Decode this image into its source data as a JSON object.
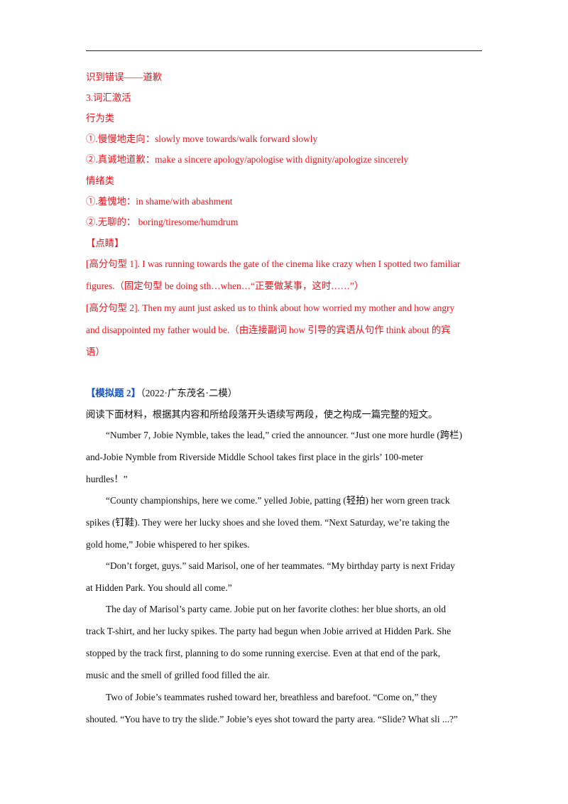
{
  "section1": {
    "l1": "识到错误——道歉",
    "l2": "3.词汇激活",
    "l3": "行为类",
    "l4": "①.慢慢地走向：slowly move towards/walk forward slowly",
    "l5": "②.真诚地道歉：make a sincere apology/apologise with dignity/apologize sincerely",
    "l6": "情绪类",
    "l7": "①.羞愧地：in shame/with abashment",
    "l8": "②.无聊的：  boring/tiresome/humdrum",
    "l9": "【点睛】",
    "l10": "[高分句型 1]. I was running towards the gate of the cinema like crazy when I spotted two familiar",
    "l11": "figures.（固定句型 be doing sth…when…“正要做某事，这时……”）",
    "l12": "[高分句型 2]. Then my aunt just asked us to think about how worried my mother and how angry",
    "l13": "and disappointed my father would be.（由连接副词 how 引导的宾语从句作 think about 的宾",
    "l14": "语）"
  },
  "section2": {
    "title": "【模拟题 2】",
    "source": "（2022·广东茂名·二模）",
    "instruction": "阅读下面材料，根据其内容和所给段落开头语续写两段，使之构成一篇完整的短文。",
    "p1": "“Number 7, Jobie Nymble, takes the lead,” cried the announcer. “Just one more hurdle (跨栏)",
    "p2": "and-Jobie Nymble from Riverside Middle School takes first place in the girls’ 100-meter",
    "p3": "hurdles！”",
    "p4": "“County championships, here we come.” yelled Jobie, patting (轻拍) her worn green track",
    "p5": "spikes (钉鞋). They were her lucky shoes and she loved them. “Next Saturday, we’re taking the",
    "p6": "gold home,” Jobie whispered to her spikes.",
    "p7": "“Don’t forget, guys.” said Marisol, one of her teammates. “My birthday party is next Friday",
    "p8": "at Hidden Park. You should all come.”",
    "p9": "The day of Marisol’s party came. Jobie put on her favorite clothes: her blue shorts, an old",
    "p10": "track T-shirt, and her lucky spikes. The party had begun when Jobie arrived at Hidden Park. She",
    "p11": "stopped by the track first, planning to do some running exercise. Even at that end of the park,",
    "p12": "music and the smell of grilled food filled the air.",
    "p13": "Two of Jobie’s teammates rushed toward her, breathless and barefoot. “Come on,” they",
    "p14": "shouted. “You have to try the slide.” Jobie’s eyes shot toward the party area. “Slide? What sli ...?”"
  }
}
